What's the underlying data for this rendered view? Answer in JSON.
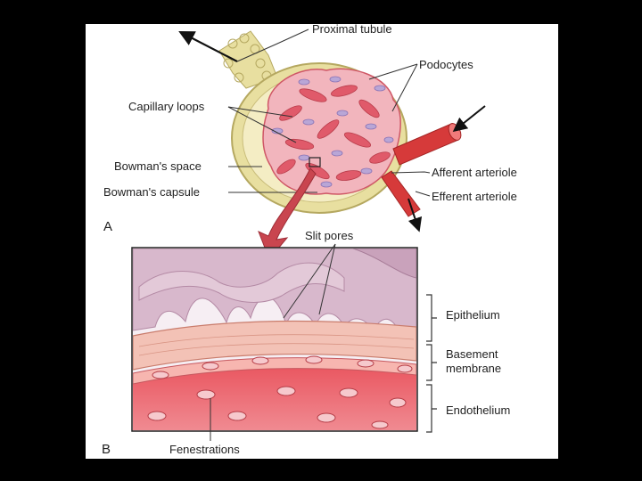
{
  "panels": {
    "a": "A",
    "b": "B"
  },
  "labels": {
    "proximal_tubule": "Proximal tubule",
    "podocytes": "Podocytes",
    "capillary_loops": "Capillary loops",
    "bowmans_space": "Bowman's space",
    "bowmans_capsule": "Bowman's capsule",
    "afferent_arteriole": "Afferent arteriole",
    "efferent_arteriole": "Efferent arteriole",
    "slit_pores": "Slit pores",
    "epithelium": "Epithelium",
    "basement_membrane_line1": "Basement",
    "basement_membrane_line2": "membrane",
    "endothelium": "Endothelium",
    "fenestrations": "Fenestrations"
  },
  "colors": {
    "background": "#000000",
    "capsule": "#e8dfa0",
    "capillary": "#e05a6a",
    "arteriole": "#d63a3a",
    "epithelium": "#d8b8cc",
    "basement": "#f3c2b6",
    "endothelium": "#e2404c"
  }
}
